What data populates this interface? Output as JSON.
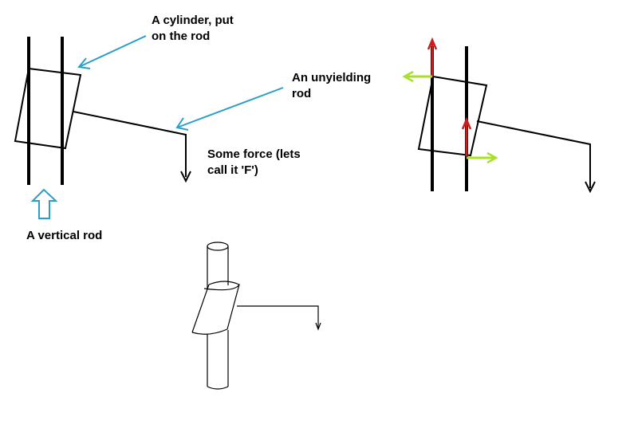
{
  "labels": {
    "cylinder_line1": "A cylinder, put",
    "cylinder_line2": "on the rod",
    "rod_line1": "An unyielding",
    "rod_line2": "rod",
    "force_line1": "Some force (lets",
    "force_line2": "call it 'F')",
    "vertical_rod": "A vertical rod"
  },
  "colors": {
    "ink": "#000000",
    "callout_arrow": "#2aa0c8",
    "force_red": "#c81e1e",
    "force_green": "#a8e028",
    "background": "#ffffff"
  }
}
